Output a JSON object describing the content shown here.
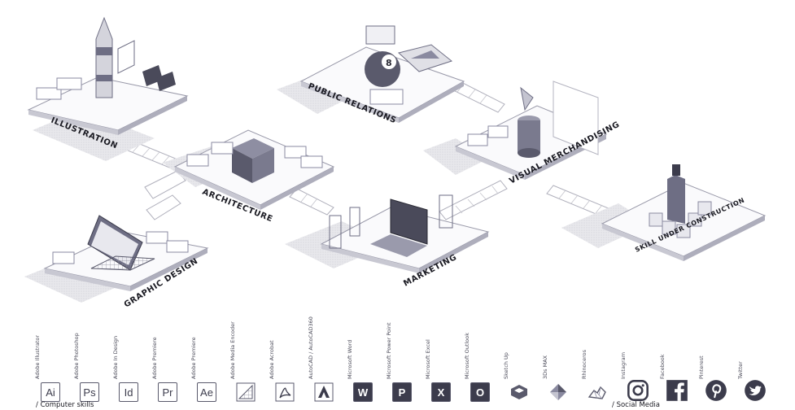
{
  "platforms": [
    {
      "id": "illustration",
      "label": "ILLUSTRATION"
    },
    {
      "id": "public-relations",
      "label": "PUBLIC RELATIONS"
    },
    {
      "id": "architecture",
      "label": "ARCHITECTURE"
    },
    {
      "id": "visual-merchandising",
      "label": "VISUAL MERCHANDISING"
    },
    {
      "id": "graphic-design",
      "label": "GRAPHIC DESIGN"
    },
    {
      "id": "marketing",
      "label": "MARKETING"
    },
    {
      "id": "skill-under-construction",
      "label": "SKILL UNDER CONSTRUCTION"
    }
  ],
  "tools": [
    {
      "name": "Adobe Illustrator",
      "glyph": "Ai",
      "icon": "illustrator-icon"
    },
    {
      "name": "Adobe Photoshop",
      "glyph": "Ps",
      "icon": "photoshop-icon"
    },
    {
      "name": "Adobe In Design",
      "glyph": "Id",
      "icon": "indesign-icon"
    },
    {
      "name": "Adobe Premiere",
      "glyph": "Pr",
      "icon": "premiere-icon"
    },
    {
      "name": "Adobe Premiere",
      "glyph": "Ae",
      "icon": "after-effects-icon"
    },
    {
      "name": "Adobe Media Encoder",
      "glyph": "",
      "icon": "media-encoder-icon"
    },
    {
      "name": "Adobe Acrobat",
      "glyph": "",
      "icon": "acrobat-icon"
    },
    {
      "name": "AutoCAD / AutoCAD360",
      "glyph": "",
      "icon": "autocad-icon"
    },
    {
      "name": "Microsoft Word",
      "glyph": "W",
      "icon": "word-icon"
    },
    {
      "name": "Microsoft Power Point",
      "glyph": "P",
      "icon": "powerpoint-icon"
    },
    {
      "name": "Microsoft Excel",
      "glyph": "X",
      "icon": "excel-icon"
    },
    {
      "name": "Microsoft Outlook",
      "glyph": "O",
      "icon": "outlook-icon"
    },
    {
      "name": "Sketch Up",
      "glyph": "",
      "icon": "sketchup-icon"
    },
    {
      "name": "3Ds MAX",
      "glyph": "",
      "icon": "3ds-max-icon"
    },
    {
      "name": "Rhinoceros",
      "glyph": "",
      "icon": "rhinoceros-icon"
    }
  ],
  "social": [
    {
      "name": "Instagram",
      "icon": "instagram-icon"
    },
    {
      "name": "Facebook",
      "icon": "facebook-icon"
    },
    {
      "name": "Pinterest",
      "icon": "pinterest-icon"
    },
    {
      "name": "Twitter",
      "icon": "twitter-icon"
    }
  ],
  "captions": {
    "computer_skills": "/ Computer skills",
    "social_media": "/ Social Media"
  },
  "pr_ball_number": "8",
  "colors": {
    "ink": "#1a1a22",
    "platform_top": "#fafafc",
    "platform_side": "#c8c8d2",
    "shadow": "#e4e4e8",
    "accent": "#6e6e84"
  }
}
